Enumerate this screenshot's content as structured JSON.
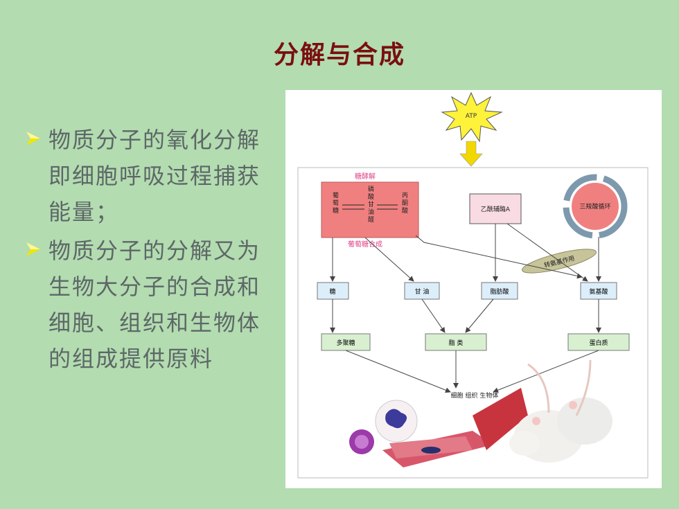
{
  "slide": {
    "title": "分解与合成",
    "bullets": [
      "物质分子的氧化分解即细胞呼吸过程捕获能量；",
      "物质分子的分解又为生物大分子的合成和细胞、组织和生物体的组成提供原料"
    ]
  },
  "diagram": {
    "atp": "ATP",
    "glycolysis": "糖酵解",
    "gluconeogenesis": "葡萄糖合成",
    "glucose": "葡萄糖",
    "g3p": "磷酸甘油醛",
    "pyruvate": "丙酮酸",
    "acetyl_coa": "乙酰辅酶A",
    "tca": "三羧酸循环",
    "transamination": "转氨基作用",
    "sugar": "糖",
    "glycerol": "甘 油",
    "fatty_acid": "脂肪酸",
    "amino_acid": "氨基酸",
    "polysaccharide": "多聚糖",
    "lipid": "脂 类",
    "protein": "蛋白质",
    "bottom_label": "细胞 组织 生物体"
  },
  "colors": {
    "background": "#b3dcb0",
    "title": "#7a0f0f",
    "bullet_text": "#5d6767",
    "bullet_arrow": "#f2e600",
    "pink_box": "#f08080",
    "acetyl_box": "#f9dbe3",
    "tca": "#f08080",
    "tca_arrow": "#7d99ad",
    "blue_box": "#dceefa",
    "green_box": "#d8f0d0",
    "glycolysis_text": "#e0458a"
  }
}
